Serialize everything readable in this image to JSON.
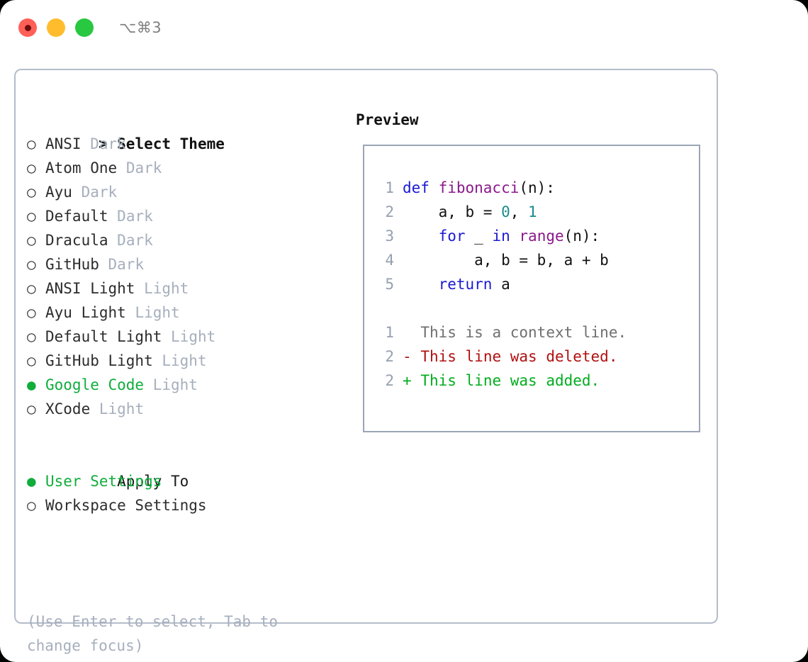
{
  "window": {
    "traffic_lights": [
      "close",
      "minimize",
      "zoom"
    ],
    "shortcut": "⌥⌘3",
    "colors": {
      "close": "#ff5f57",
      "minimize": "#ffbd2e",
      "zoom": "#28c840",
      "accent_green": "#10ad3c",
      "muted": "#a6afbd",
      "border": "#b4bdca",
      "preview_border": "#9aa5b5"
    }
  },
  "theme_list": {
    "header": {
      "marker": ">",
      "label": "Select Theme"
    },
    "items": [
      {
        "marker": "○",
        "label": "ANSI",
        "tag": "Dark",
        "selected": false
      },
      {
        "marker": "○",
        "label": "Atom One",
        "tag": "Dark",
        "selected": false
      },
      {
        "marker": "○",
        "label": "Ayu",
        "tag": "Dark",
        "selected": false
      },
      {
        "marker": "○",
        "label": "Default",
        "tag": "Dark",
        "selected": false
      },
      {
        "marker": "○",
        "label": "Dracula",
        "tag": "Dark",
        "selected": false
      },
      {
        "marker": "○",
        "label": "GitHub",
        "tag": "Dark",
        "selected": false
      },
      {
        "marker": "○",
        "label": "ANSI Light",
        "tag": "Light",
        "selected": false
      },
      {
        "marker": "○",
        "label": "Ayu Light",
        "tag": "Light",
        "selected": false
      },
      {
        "marker": "○",
        "label": "Default Light",
        "tag": "Light",
        "selected": false
      },
      {
        "marker": "○",
        "label": "GitHub Light",
        "tag": "Light",
        "selected": false
      },
      {
        "marker": "●",
        "label": "Google Code",
        "tag": "Light",
        "selected": true
      },
      {
        "marker": "○",
        "label": "XCode",
        "tag": "Light",
        "selected": false
      }
    ]
  },
  "apply_to": {
    "title": "Apply To",
    "items": [
      {
        "marker": "●",
        "label": "User Settings",
        "selected": true
      },
      {
        "marker": "○",
        "label": "Workspace Settings",
        "selected": false
      }
    ]
  },
  "hint": "(Use Enter to select, Tab to change focus)",
  "preview": {
    "title": "Preview",
    "code_lines": [
      {
        "num": "1",
        "tokens": [
          {
            "t": "def ",
            "c": "kw"
          },
          {
            "t": "fibonacci",
            "c": "fn"
          },
          {
            "t": "(n):",
            "c": "pl"
          }
        ]
      },
      {
        "num": "2",
        "tokens": [
          {
            "t": "    a, b = ",
            "c": "pl"
          },
          {
            "t": "0",
            "c": "num"
          },
          {
            "t": ", ",
            "c": "pl"
          },
          {
            "t": "1",
            "c": "num"
          }
        ]
      },
      {
        "num": "3",
        "tokens": [
          {
            "t": "    ",
            "c": "pl"
          },
          {
            "t": "for",
            "c": "kw"
          },
          {
            "t": " _ ",
            "c": "pl"
          },
          {
            "t": "in",
            "c": "kw"
          },
          {
            "t": " ",
            "c": "pl"
          },
          {
            "t": "range",
            "c": "fn"
          },
          {
            "t": "(n):",
            "c": "pl"
          }
        ]
      },
      {
        "num": "4",
        "tokens": [
          {
            "t": "        a, b = b, a + b",
            "c": "pl"
          }
        ]
      },
      {
        "num": "5",
        "tokens": [
          {
            "t": "    ",
            "c": "pl"
          },
          {
            "t": "return",
            "c": "kw"
          },
          {
            "t": " a",
            "c": "pl"
          }
        ]
      }
    ],
    "diff_lines": [
      {
        "num": "1",
        "sign": " ",
        "text": "This is a context line.",
        "kind": "ctx"
      },
      {
        "num": "2",
        "sign": "-",
        "text": "This line was deleted.",
        "kind": "del"
      },
      {
        "num": "2",
        "sign": "+",
        "text": "This line was added.",
        "kind": "add"
      }
    ]
  }
}
